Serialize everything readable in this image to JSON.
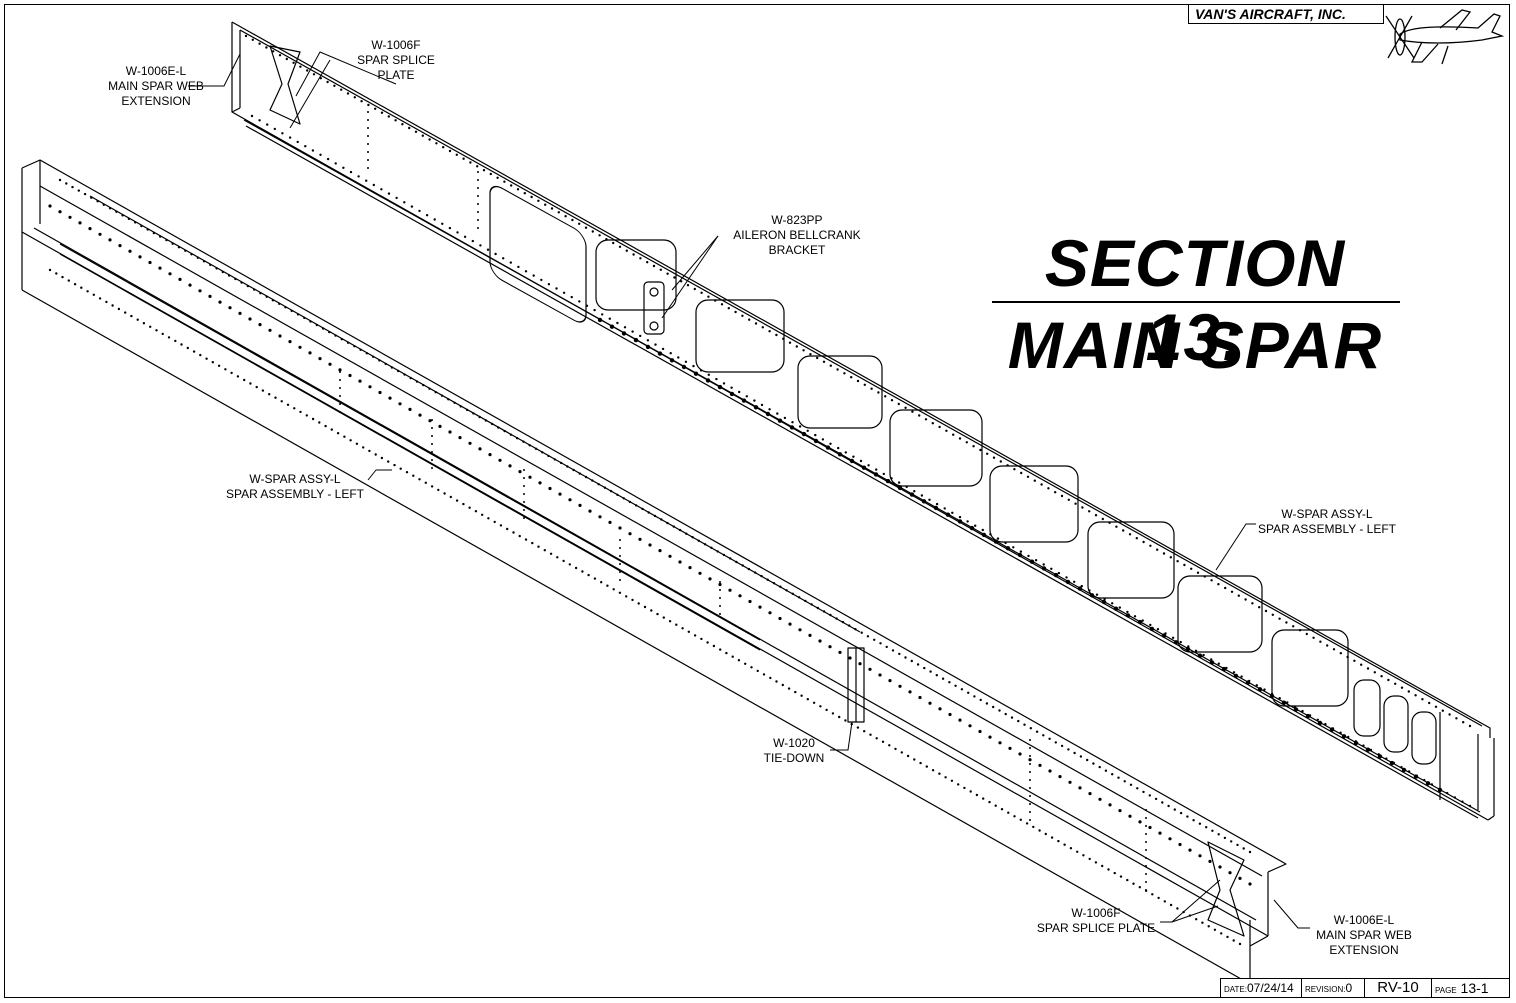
{
  "titleblock": {
    "company": "VAN'S AIRCRAFT, INC.",
    "date_label": "DATE:",
    "date": "07/24/14",
    "revision_label": "REVISION:",
    "revision": "0",
    "model": "RV-10",
    "page_label": "PAGE",
    "page": "13-1"
  },
  "section_title": {
    "line1": "SECTION 13:",
    "line2": "MAIN SPAR"
  },
  "callouts": {
    "web_ext_top": [
      "W-1006E-L",
      "MAIN SPAR WEB",
      "EXTENSION"
    ],
    "splice_top": [
      "W-1006F",
      "SPAR SPLICE",
      "PLATE"
    ],
    "bellcrank": [
      "W-823PP",
      "AILERON BELLCRANK",
      "BRACKET"
    ],
    "spar_assy_left": [
      "W-SPAR ASSY-L",
      "SPAR ASSEMBLY - LEFT"
    ],
    "spar_assy_right": [
      "W-SPAR ASSY-L",
      "SPAR ASSEMBLY - LEFT"
    ],
    "tie_down": [
      "W-1020",
      "TIE-DOWN"
    ],
    "splice_bottom": [
      "W-1006F",
      "SPAR SPLICE PLATE"
    ],
    "web_ext_bottom": [
      "W-1006E-L",
      "MAIN SPAR WEB",
      "EXTENSION"
    ]
  }
}
